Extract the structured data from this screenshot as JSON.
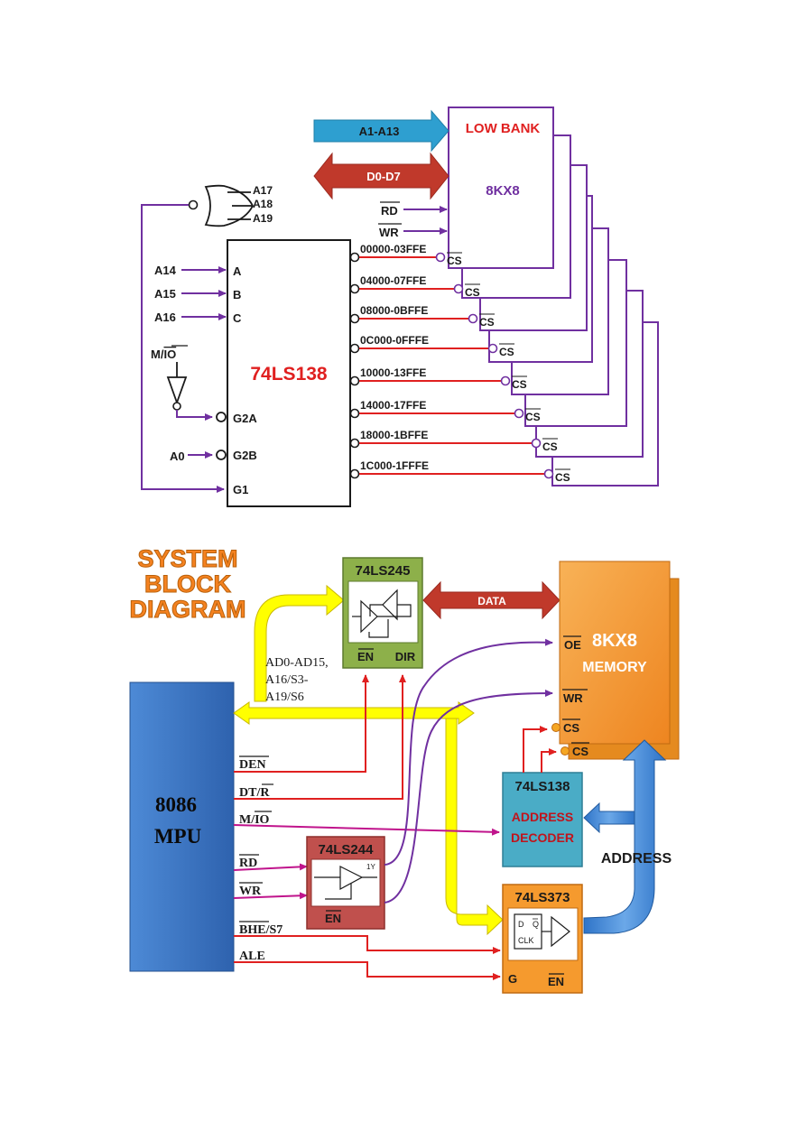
{
  "decoder_section": {
    "address_bus_label": "A1-A13",
    "data_bus_label": "D0-D7",
    "bank_title": "LOW BANK",
    "bank_size": "8KX8",
    "rd": "RD",
    "wr": "WR",
    "cs": "CS",
    "nand_inputs": [
      "A17",
      "A18",
      "A19"
    ],
    "decoder_name": "74LS138",
    "select_inputs": [
      {
        "signal": "A14",
        "pin": "A"
      },
      {
        "signal": "A15",
        "pin": "B"
      },
      {
        "signal": "A16",
        "pin": "C"
      }
    ],
    "mio": "M/",
    "io": "IO",
    "g2a": "G2A",
    "a0": "A0",
    "g2b": "G2B",
    "g1": "G1",
    "outputs": [
      "00000-03FFE",
      "04000-07FFE",
      "08000-0BFFE",
      "0C000-0FFFE",
      "10000-13FFE",
      "14000-17FFE",
      "18000-1BFFE",
      "1C000-1FFFE"
    ]
  },
  "system_section": {
    "title_lines": [
      "SYSTEM",
      "BLOCK",
      "DIAGRAM"
    ],
    "transceiver": "74LS245",
    "en": "EN",
    "dir": "DIR",
    "data_label": "DATA",
    "memory": "8KX8",
    "memory_sub": "MEMORY",
    "oe": "OE",
    "wr": "WR",
    "cs": "CS",
    "bus_label_lines": [
      "AD0-AD15,",
      "A16/S3-",
      "A19/S6"
    ],
    "mpu_lines": [
      "8086",
      "MPU"
    ],
    "den": "DEN",
    "dt": "DT/",
    "r": "R",
    "m_slash": "M/",
    "io": "IO",
    "rd": "RD",
    "bhe": "BHE",
    "s7": "/S7",
    "ale": "ALE",
    "decoder": "74LS138",
    "decoder_sub": [
      "ADDRESS",
      "DECODER"
    ],
    "address_label": "ADDRESS",
    "buffer": "74LS244",
    "buffer_pin": "1Y",
    "latch": "74LS373",
    "latch_pins": [
      "D",
      "Q",
      "CLK"
    ],
    "g": "G"
  },
  "colors": {
    "purple": "#7030A0",
    "red": "#E02020",
    "blue_arrow": "#2E9FD0",
    "red_arrow": "#C0392B",
    "yellow": "#FFFF00",
    "mpu": "#3A78C4",
    "orange": "#F59A2E",
    "green": "#8DB04A",
    "teal": "#4AACC6",
    "brown": "#C0504D"
  }
}
